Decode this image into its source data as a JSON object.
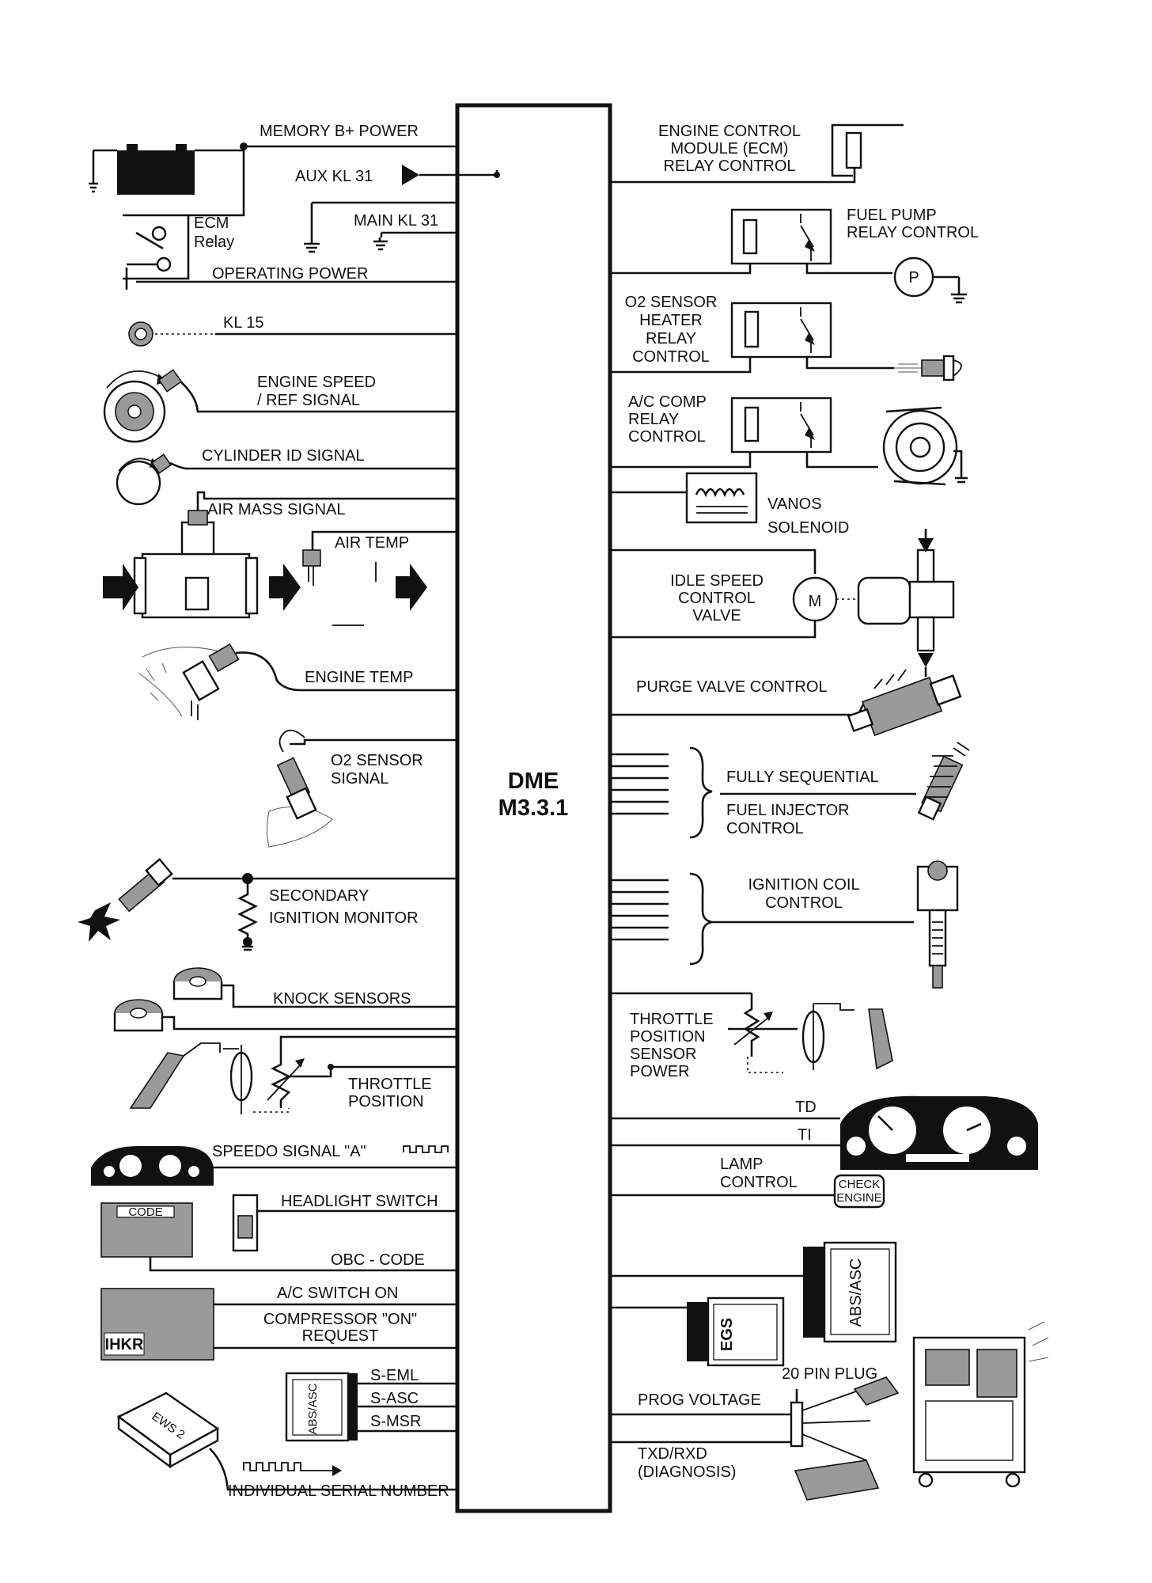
{
  "ecu": {
    "line1": "DME",
    "line2": "M3.3.1"
  },
  "inputs": {
    "memory_power": "MEMORY B+ POWER",
    "aux_kl31": "AUX KL 31",
    "main_kl31": "MAIN KL 31",
    "ecm_relay_line1": "ECM",
    "ecm_relay_line2": "Relay",
    "operating_power": "OPERATING POWER",
    "kl15": "KL 15",
    "engine_speed_line1": "ENGINE SPEED",
    "engine_speed_line2": "/ REF SIGNAL",
    "cylinder_id": "CYLINDER ID SIGNAL",
    "air_mass": "AIR MASS SIGNAL",
    "air_temp": "AIR TEMP",
    "engine_temp": "ENGINE TEMP",
    "o2_signal_line1": "O2 SENSOR",
    "o2_signal_line2": "SIGNAL",
    "secondary_line1": "SECONDARY",
    "secondary_line2": "IGNITION MONITOR",
    "knock_sensors": "KNOCK SENSORS",
    "throttle_line1": "THROTTLE",
    "throttle_line2": "POSITION",
    "speedo_signal": "SPEEDO SIGNAL \"A\"",
    "headlight_switch": "HEADLIGHT SWITCH",
    "code_plate": "CODE",
    "obc_code": "OBC - CODE",
    "ac_switch": "A/C SWITCH ON",
    "compressor_line1": "COMPRESSOR \"ON\"",
    "compressor_line2": "REQUEST",
    "ihkr": "IHKR",
    "s_eml": "S-EML",
    "s_asc": "S-ASC",
    "s_msr": "S-MSR",
    "abs_asc_module": "ABS/ASC",
    "ews_module": "EWS 2",
    "serial_number": "INDIVIDUAL SERIAL NUMBER"
  },
  "outputs": {
    "ecm_relay_control_line1": "ENGINE CONTROL",
    "ecm_relay_control_line2": "MODULE (ECM)",
    "ecm_relay_control_line3": "RELAY CONTROL",
    "fuel_pump_line1": "FUEL PUMP",
    "fuel_pump_line2": "RELAY CONTROL",
    "pump_letter": "P",
    "o2_heater_line1": "O2 SENSOR",
    "o2_heater_line2": "HEATER",
    "o2_heater_line3": "RELAY",
    "o2_heater_line4": "CONTROL",
    "ac_comp_line1": "A/C COMP",
    "ac_comp_line2": "RELAY",
    "ac_comp_line3": "CONTROL",
    "vanos_line1": "VANOS",
    "vanos_line2": "SOLENOID",
    "idle_line1": "IDLE SPEED",
    "idle_line2": "CONTROL",
    "idle_line3": "VALVE",
    "motor_letter": "M",
    "purge_valve": "PURGE VALVE CONTROL",
    "fully_sequential": "FULLY SEQUENTIAL",
    "injector_line1": "FUEL INJECTOR",
    "injector_line2": "CONTROL",
    "ignition_coil_line1": "IGNITION COIL",
    "ignition_coil_line2": "CONTROL",
    "tps_power_line1": "THROTTLE",
    "tps_power_line2": "POSITION",
    "tps_power_line3": "SENSOR",
    "tps_power_line4": "POWER",
    "td": "TD",
    "ti": "TI",
    "lamp_control_line1": "LAMP",
    "lamp_control_line2": "CONTROL",
    "check_engine_line1": "CHECK",
    "check_engine_line2": "ENGINE",
    "abs_asc": "ABS/ASC",
    "egs": "EGS",
    "pin_plug": "20 PIN PLUG",
    "prog_voltage": "PROG VOLTAGE",
    "txd_rxd": "TXD/RXD",
    "diagnosis": "(DIAGNOSIS)"
  }
}
